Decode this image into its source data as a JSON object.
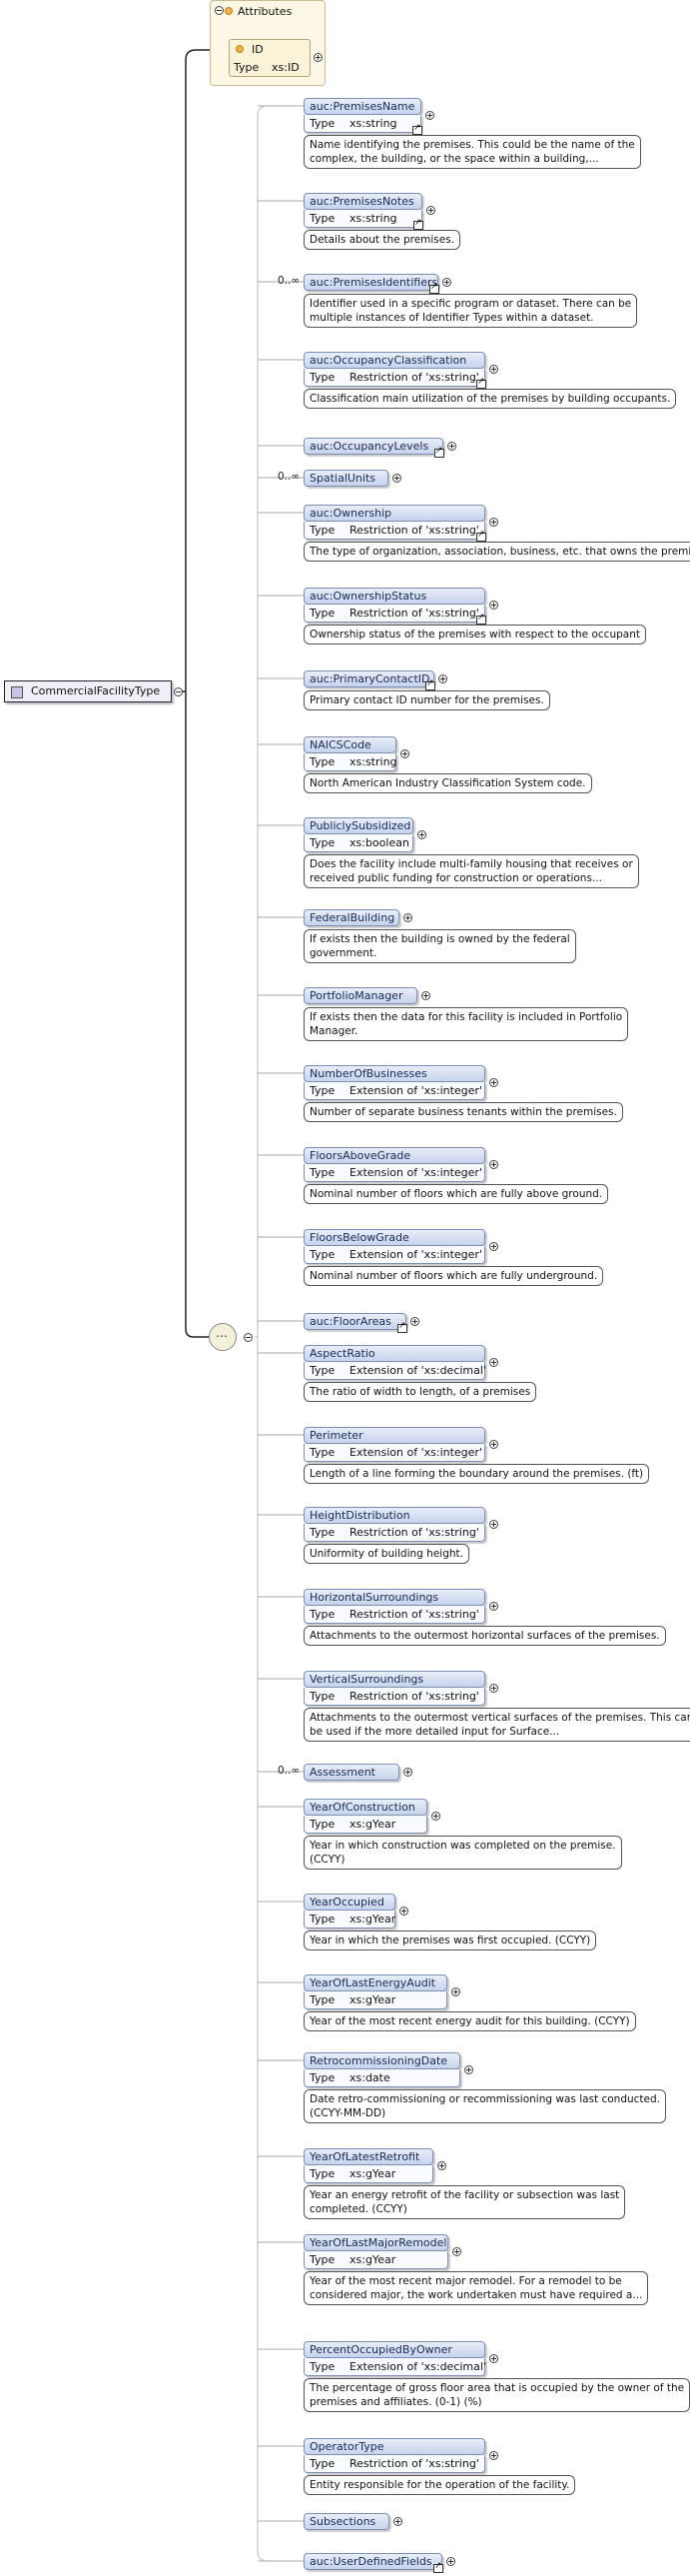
{
  "root": {
    "label": "CommercialFacilityType"
  },
  "attributes": {
    "title": "Attributes",
    "items": [
      {
        "name": "ID",
        "type_key": "Type",
        "type_value": "xs:ID"
      }
    ]
  },
  "elements": [
    {
      "name": "auc:PremisesName",
      "type": "xs:string",
      "ref": true,
      "doc": [
        "Name identifying the premises. This could be the name of the",
        "complex, the building, or the space within a building,..."
      ]
    },
    {
      "name": "auc:PremisesNotes",
      "type": "xs:string",
      "ref": true,
      "doc": [
        "Details about the premises."
      ]
    },
    {
      "name": "auc:PremisesIdentifiers",
      "card": "0..∞",
      "ref": true,
      "doc": [
        "Identifier used in a specific program or dataset. There can be",
        "multiple instances of Identifier Types within a dataset."
      ]
    },
    {
      "name": "auc:OccupancyClassification",
      "type": "Restriction of 'xs:string'",
      "ref": true,
      "doc": [
        "Classification main utilization of the premises by building occupants."
      ]
    },
    {
      "name": "auc:OccupancyLevels",
      "ref": true
    },
    {
      "name": "SpatialUnits",
      "card": "0..∞"
    },
    {
      "name": "auc:Ownership",
      "type": "Restriction of 'xs:string'",
      "ref": true,
      "doc": [
        "The type of organization, association, business, etc. that owns the premises"
      ]
    },
    {
      "name": "auc:OwnershipStatus",
      "type": "Restriction of 'xs:string'",
      "ref": true,
      "doc": [
        "Ownership status of the premises with respect to the occupant"
      ]
    },
    {
      "name": "auc:PrimaryContactID",
      "ref": true,
      "doc": [
        "Primary contact ID number for the premises."
      ]
    },
    {
      "name": "NAICSCode",
      "type": "xs:string",
      "doc": [
        "North American Industry Classification System code."
      ]
    },
    {
      "name": "PubliclySubsidized",
      "type": "xs:boolean",
      "doc": [
        "Does the facility include multi-family housing that receives or",
        "received public funding for construction or operations..."
      ]
    },
    {
      "name": "FederalBuilding",
      "doc": [
        "If exists then the building is owned by the federal",
        "government."
      ]
    },
    {
      "name": "PortfolioManager",
      "doc": [
        "If exists then the data for this facility is included in Portfolio",
        "Manager."
      ]
    },
    {
      "name": "NumberOfBusinesses",
      "type": "Extension of 'xs:integer'",
      "doc": [
        "Number of separate business tenants within the premises."
      ]
    },
    {
      "name": "FloorsAboveGrade",
      "type": "Extension of 'xs:integer'",
      "doc": [
        "Nominal number of floors which are fully above ground."
      ]
    },
    {
      "name": "FloorsBelowGrade",
      "type": "Extension of 'xs:integer'",
      "doc": [
        "Nominal number of floors which are fully underground."
      ]
    },
    {
      "name": "auc:FloorAreas",
      "ref": true
    },
    {
      "name": "AspectRatio",
      "type": "Extension of 'xs:decimal'",
      "doc": [
        "The ratio of width to length, of a premises"
      ]
    },
    {
      "name": "Perimeter",
      "type": "Extension of 'xs:integer'",
      "doc": [
        "Length of a line forming the boundary around the premises. (ft)"
      ]
    },
    {
      "name": "HeightDistribution",
      "type": "Restriction of 'xs:string'",
      "doc": [
        "Uniformity of building height."
      ]
    },
    {
      "name": "HorizontalSurroundings",
      "type": "Restriction of 'xs:string'",
      "doc": [
        "Attachments to the outermost horizontal surfaces of the premises."
      ]
    },
    {
      "name": "VerticalSurroundings",
      "type": "Restriction of 'xs:string'",
      "doc": [
        "Attachments to the outermost vertical surfaces of the premises. This can",
        "be used if the more detailed input for Surface..."
      ]
    },
    {
      "name": "Assessment",
      "card": "0..∞"
    },
    {
      "name": "YearOfConstruction",
      "type": "xs:gYear",
      "doc": [
        "Year in which construction was completed on the premise.",
        "(CCYY)"
      ]
    },
    {
      "name": "YearOccupied",
      "type": "xs:gYear",
      "doc": [
        "Year in which the premises was first occupied. (CCYY)"
      ]
    },
    {
      "name": "YearOfLastEnergyAudit",
      "type": "xs:gYear",
      "doc": [
        "Year of the most recent energy audit for this building. (CCYY)"
      ]
    },
    {
      "name": "RetrocommissioningDate",
      "type": "xs:date",
      "doc": [
        "Date retro-commissioning or recommissioning was last conducted.",
        "(CCYY-MM-DD)"
      ]
    },
    {
      "name": "YearOfLatestRetrofit",
      "type": "xs:gYear",
      "doc": [
        "Year an energy retrofit of the facility or subsection was last",
        "completed. (CCYY)"
      ]
    },
    {
      "name": "YearOfLastMajorRemodel",
      "type": "xs:gYear",
      "doc": [
        "Year of the most recent major remodel. For a remodel to be",
        "considered major, the work undertaken must have required a..."
      ]
    },
    {
      "name": "PercentOccupiedByOwner",
      "type": "Extension of 'xs:decimal'",
      "doc": [
        "The percentage of gross floor area that is occupied by the owner of the",
        "premises and affiliates. (0-1) (%)"
      ]
    },
    {
      "name": "OperatorType",
      "type": "Restriction of 'xs:string'",
      "doc": [
        "Entity responsible for the operation of the facility."
      ]
    },
    {
      "name": "Subsections"
    },
    {
      "name": "auc:UserDefinedFields",
      "ref": true
    }
  ],
  "type_key": "Type",
  "colors": {
    "element_head": "#c7d3ec",
    "element_border": "#7d8fb5",
    "attributes_bg": "#fdf8e6"
  },
  "icons": {
    "expand": "plus-circle-icon",
    "collapse": "minus-circle-icon",
    "reference": "arrow-link-icon",
    "sequence": "sequence-compositor-icon"
  }
}
